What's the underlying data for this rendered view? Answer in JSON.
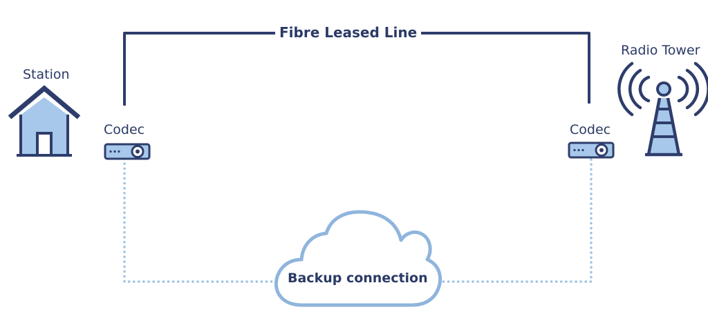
{
  "diagram": {
    "primary_link": "Fibre Leased Line",
    "backup_link": "Backup connection",
    "station": "Station",
    "tower": "Radio Tower",
    "codec_left": "Codec",
    "codec_right": "Codec"
  },
  "colors": {
    "dark_blue": "#2e3d6b",
    "light_blue": "#8fb5dd",
    "fill_blue": "#a7c8ea",
    "dotted_blue": "#9cc2e6"
  },
  "icons": [
    "house-icon",
    "codec-icon",
    "radio-tower-icon",
    "cloud-icon"
  ]
}
